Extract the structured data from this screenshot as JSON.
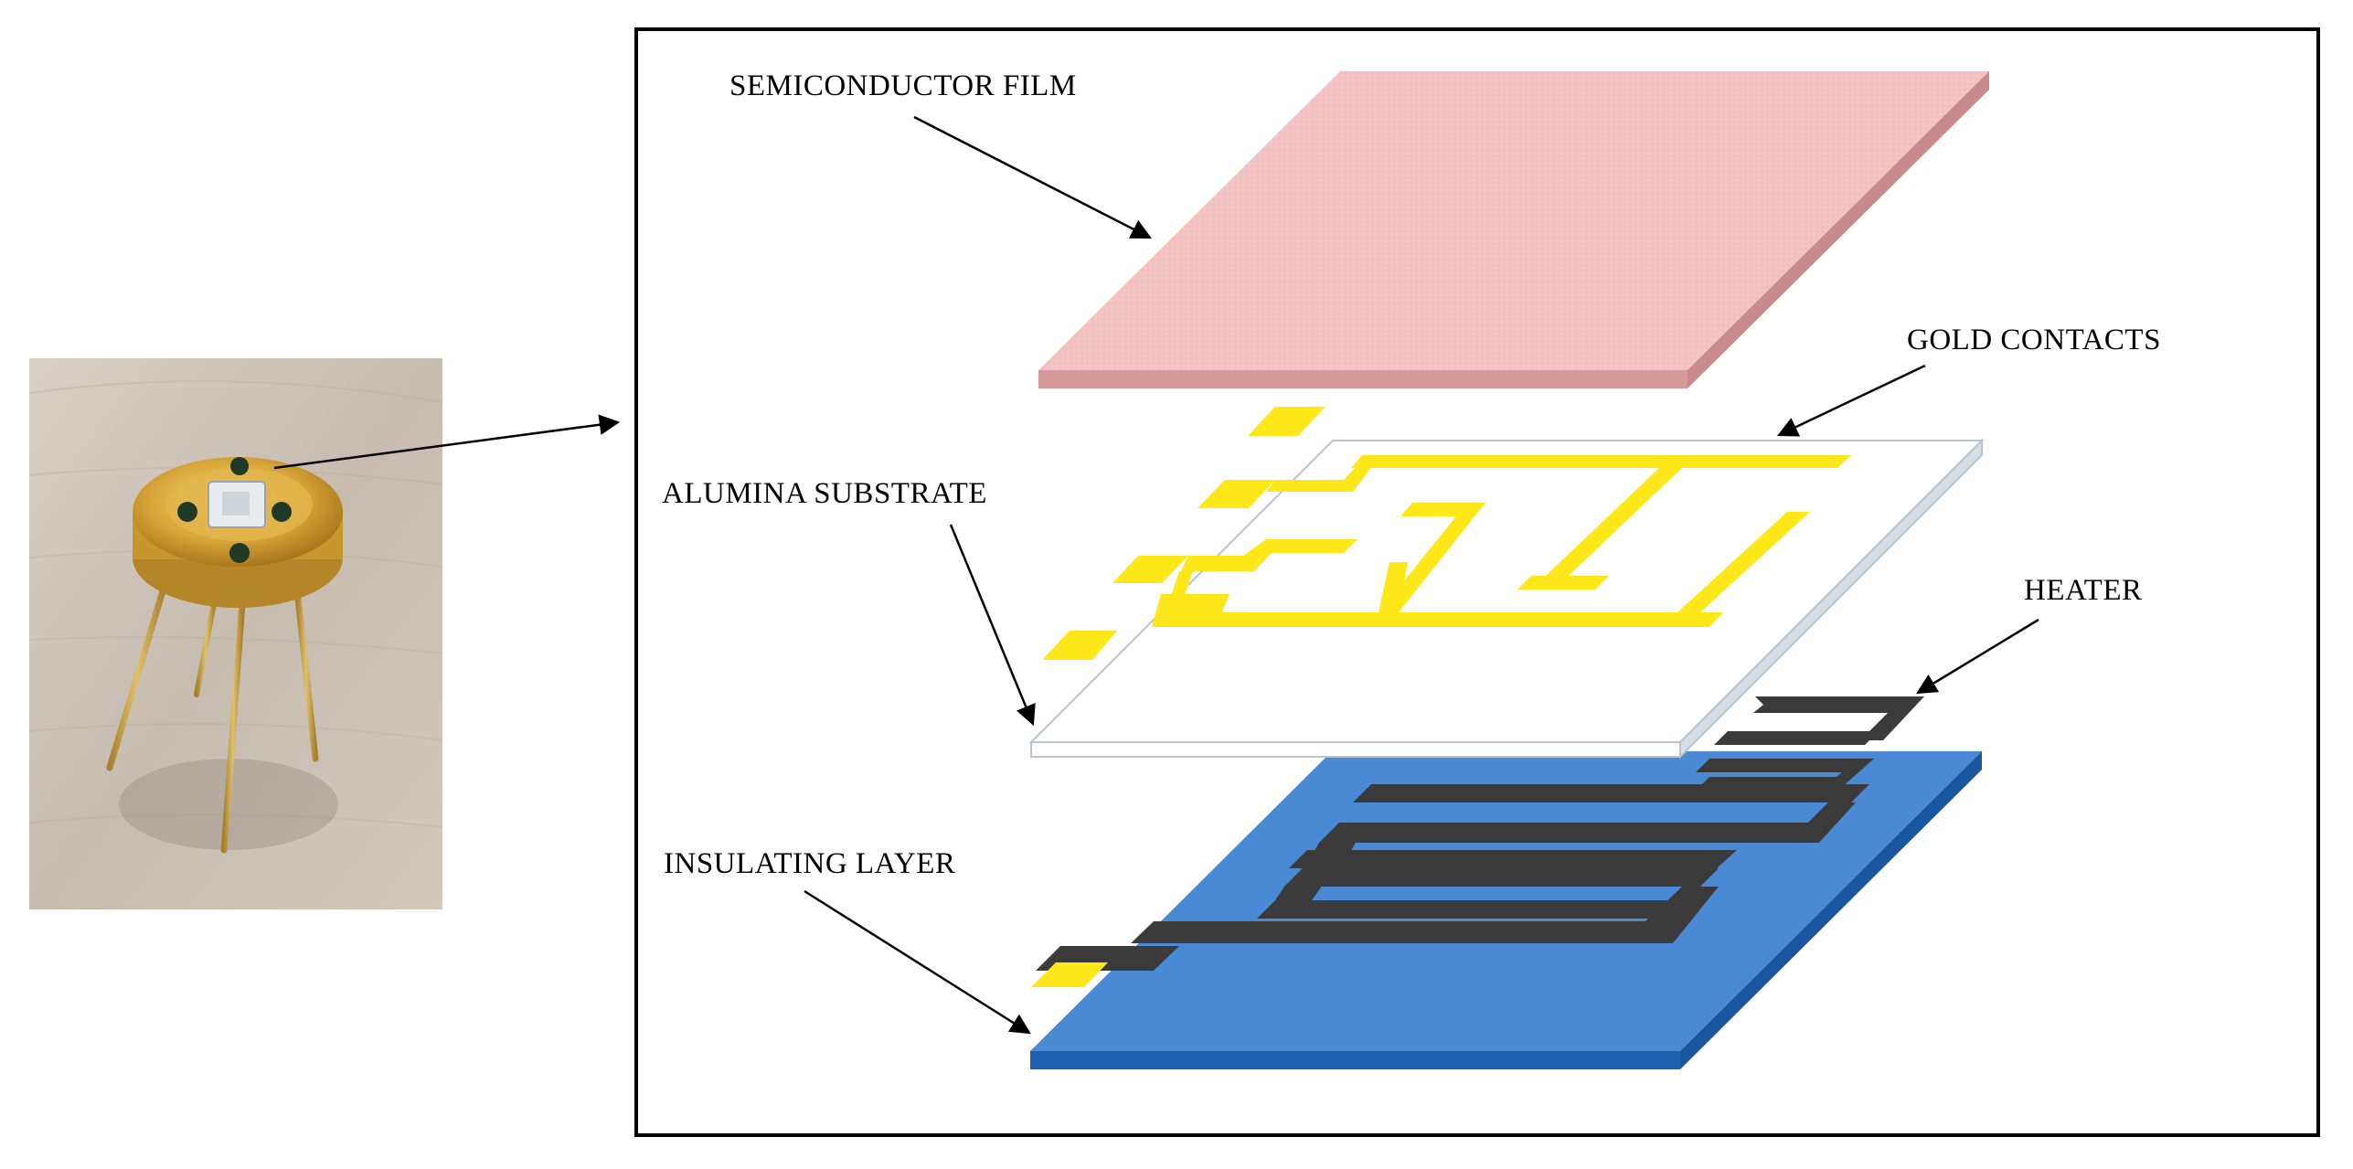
{
  "labels": {
    "semiconductor_film": "SEMICONDUCTOR FILM",
    "gold_contacts": "GOLD CONTACTS",
    "alumina_substrate": "ALUMINA SUBSTRATE",
    "heater": "HEATER",
    "insulating_layer": "INSULATING LAYER"
  },
  "colors": {
    "semiconductor_film": "#f2c3c2",
    "semiconductor_film_edge": "#d89a98",
    "gold_contacts": "#ffe81a",
    "alumina_substrate": "#ffffff",
    "alumina_substrate_edge": "#c8d3df",
    "heater": "#3b3b3b",
    "insulating_layer": "#4a8ad4",
    "insulating_layer_edge": "#1f5fb0",
    "frame": "#000000",
    "photo_wood": "#c9bfb4",
    "sensor_gold": "#d8a83a"
  }
}
